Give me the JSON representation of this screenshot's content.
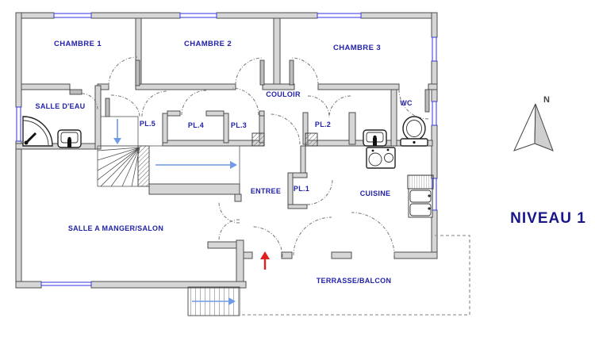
{
  "floor_plan": {
    "level_label": "NIVEAU 1",
    "compass_label": "N",
    "rooms": {
      "chambre1": "CHAMBRE 1",
      "chambre2": "CHAMBRE 2",
      "chambre3": "CHAMBRE 3",
      "salle_deau": "SALLE D'EAU",
      "couloir": "COULOIR",
      "wc": "WC",
      "pl5": "PL.5",
      "pl4": "PL.4",
      "pl3": "PL.3",
      "pl2": "PL.2",
      "pl1": "PL.1",
      "entree": "ENTREE",
      "cuisine": "CUISINE",
      "salon": "SALLE A MANGER/SALON",
      "terrasse": "TERRASSE/BALCON"
    },
    "colors": {
      "wall_fill": "#d6d6d6",
      "wall_stroke": "#4d4d4d",
      "window_blue": "#5353e8",
      "label_navy": "#2222aa",
      "title_navy": "#17178a",
      "stair_arrow_blue": "#6f9ae6",
      "entry_arrow_red": "#e02020"
    }
  }
}
